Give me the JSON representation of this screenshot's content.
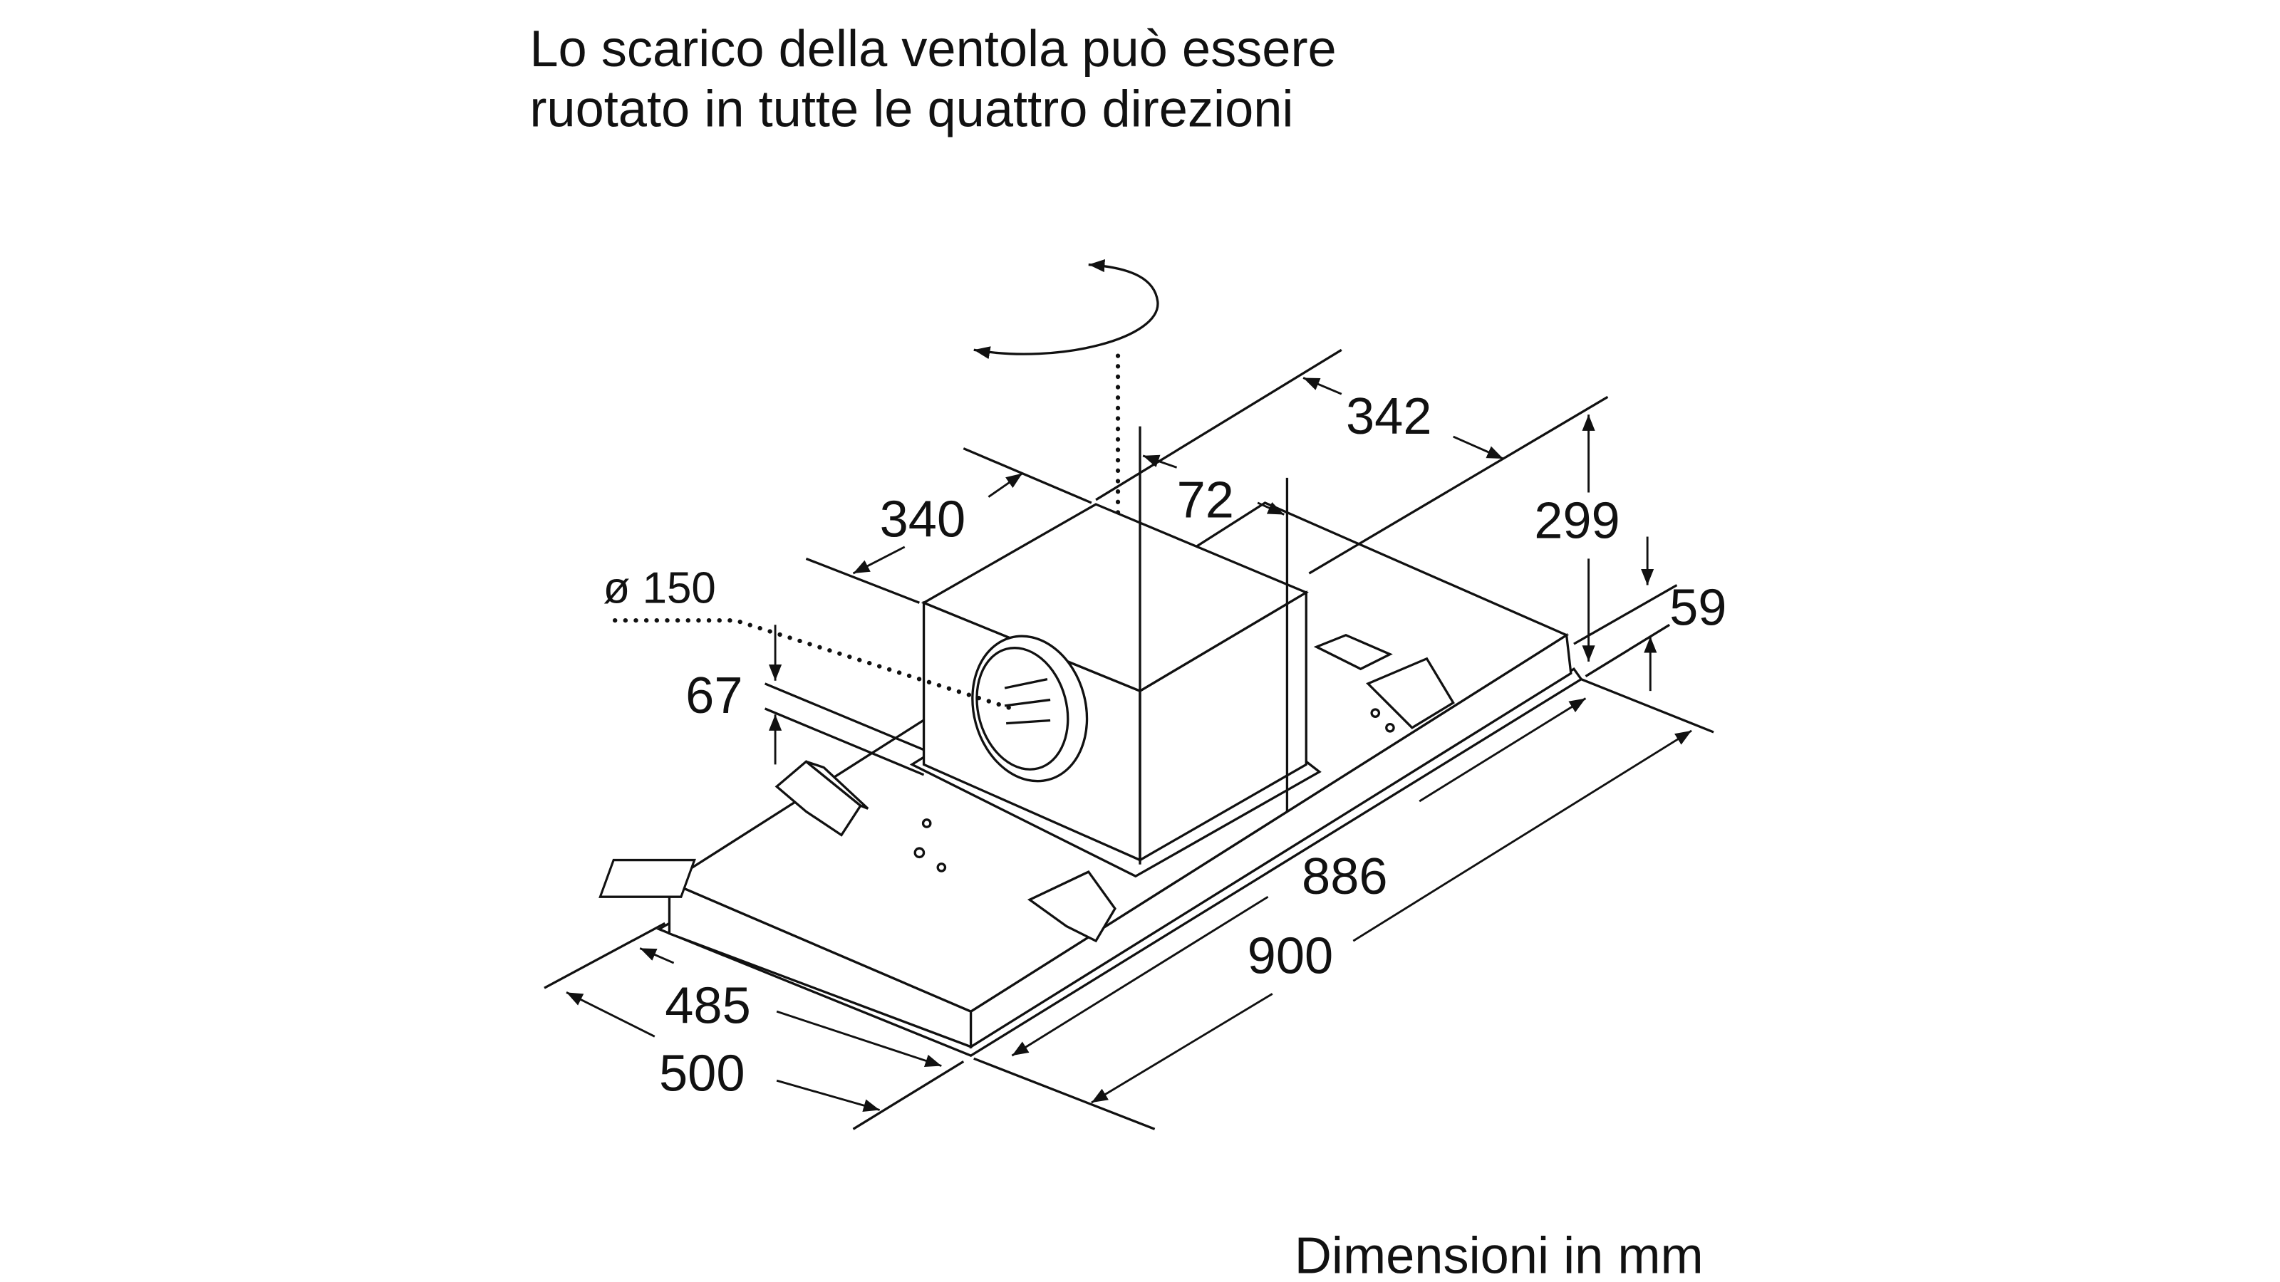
{
  "caption": {
    "line1": "Lo scarico della ventola può essere",
    "line2": "ruotato in tutte le quattro direzioni"
  },
  "dimensions": {
    "box_depth": "340",
    "box_offset": "72",
    "rear_depth": "342",
    "total_height": "299",
    "panel_height": "59",
    "outlet_diameter": "ø 150",
    "outlet_height": "67",
    "inner_width": "886",
    "outer_width": "900",
    "inner_depth": "485",
    "outer_depth": "500"
  },
  "footer": {
    "units_note": "Dimensioni in mm"
  }
}
